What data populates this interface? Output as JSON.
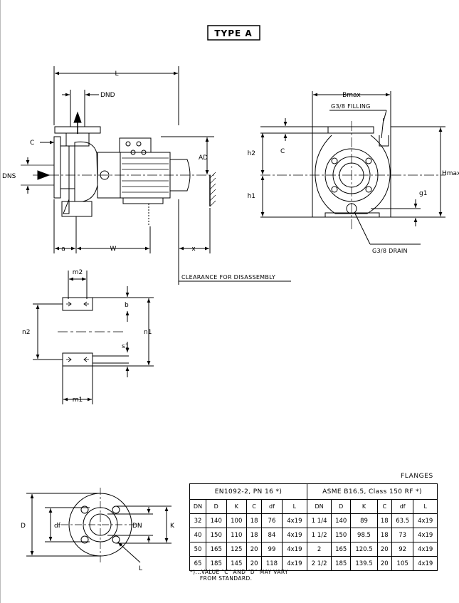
{
  "title": "TYPE A",
  "side_view": {
    "L": "L",
    "DND": "DND",
    "C": "C",
    "DNS": "DNS",
    "AD": "AD",
    "a": "a",
    "W": "W",
    "x": "x",
    "clearance": "CLEARANCE FOR DISASSEMBLY"
  },
  "front_view": {
    "Bmax": "Bmax",
    "filling": "G3/8 FILLING",
    "h2": "h2",
    "C": "C",
    "h1": "h1",
    "Hmax": "Hmax",
    "g1": "g1",
    "drain": "G3/8  DRAIN"
  },
  "foot_view": {
    "m2": "m2",
    "b": "b",
    "n2": "n2",
    "n1": "n1",
    "s1": "s1",
    "m1": "m1"
  },
  "flange_view": {
    "D": "D",
    "df": "df",
    "DN": "DN",
    "K": "K",
    "L": "L"
  },
  "flanges": {
    "title": "FLANGES",
    "group_en": "EN1092-2, PN 16 *)",
    "group_asme": "ASME B16.5, Class 150 RF *)",
    "columns": [
      "DN",
      "D",
      "K",
      "C",
      "df",
      "L",
      "DN",
      "D",
      "K",
      "C",
      "df",
      "L"
    ],
    "rows": [
      [
        "32",
        "140",
        "100",
        "18",
        "76",
        "4x19",
        "1 1/4",
        "140",
        "89",
        "18",
        "63.5",
        "4x19"
      ],
      [
        "40",
        "150",
        "110",
        "18",
        "84",
        "4x19",
        "1 1/2",
        "150",
        "98.5",
        "18",
        "73",
        "4x19"
      ],
      [
        "50",
        "165",
        "125",
        "20",
        "99",
        "4x19",
        "2",
        "165",
        "120.5",
        "20",
        "92",
        "4x19"
      ],
      [
        "65",
        "185",
        "145",
        "20",
        "118",
        "4x19",
        "2 1/2",
        "185",
        "139.5",
        "20",
        "105",
        "4x19"
      ]
    ],
    "note": "*)...VALUE \"C\" AND \"D\" MAY VARY\n     FROM STANDARD."
  }
}
